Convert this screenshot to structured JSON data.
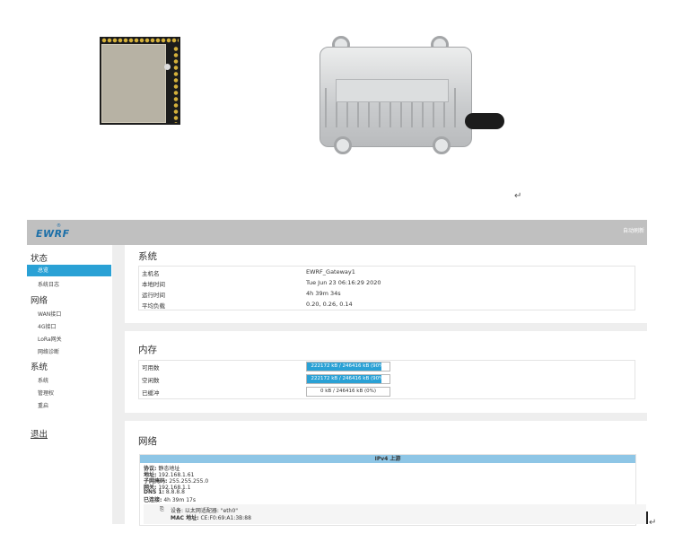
{
  "photo_marks": {
    "return_1": "↵",
    "return_2": "↵"
  },
  "header": {
    "brand": "EWRF",
    "brand_sup": "®",
    "auto_refresh": "自动刷新"
  },
  "sidebar": {
    "groups": [
      {
        "label": "状态",
        "items": [
          "总览",
          "系统日志"
        ]
      },
      {
        "label": "网络",
        "items": [
          "WAN接口",
          "4G接口",
          "LoRa网关",
          "网络诊断"
        ]
      },
      {
        "label": "系统",
        "items": [
          "系统",
          "管理权",
          "重启"
        ]
      }
    ],
    "logout": "退出",
    "active_item": "总览"
  },
  "system": {
    "title": "系统",
    "rows": [
      {
        "k": "主机名",
        "v": "EWRF_Gateway1"
      },
      {
        "k": "本地时间",
        "v": "Tue Jun 23 06:16:29 2020"
      },
      {
        "k": "运行时间",
        "v": "4h 39m 34s"
      },
      {
        "k": "平均负载",
        "v": "0.20, 0.26, 0.14"
      }
    ]
  },
  "memory": {
    "title": "内存",
    "rows": [
      {
        "k": "可用数",
        "label": "222172 kB / 246416 kB (90%)",
        "pct": 90
      },
      {
        "k": "空闲数",
        "label": "222172 kB / 246416 kB (90%)",
        "pct": 90
      },
      {
        "k": "已缓冲",
        "label": "0 kB / 246416 kB (0%)",
        "pct": 0
      }
    ]
  },
  "network": {
    "title": "网络",
    "ipv4_header": "IPv4 上游",
    "lines": [
      {
        "k": "协议:",
        "v": "静态地址"
      },
      {
        "k": "地址:",
        "v": "192.168.1.61"
      },
      {
        "k": "子网掩码:",
        "v": "255.255.255.0"
      },
      {
        "k": "网关:",
        "v": "192.168.1.1"
      },
      {
        "k": "DNS 1:",
        "v": "8.8.8.8"
      },
      {
        "k": "已连接:",
        "v": "4h 39m 17s"
      }
    ],
    "device_line": "设备: 以太网适配器: \"eth0\"",
    "mac_k": "MAC 地址:",
    "mac_v": "CE:F0:69:A1:3B:88"
  },
  "colors": {
    "accent": "#2aa1d5",
    "topbar": "#c0c0c0",
    "ipv4_header": "#8ec6e6"
  }
}
